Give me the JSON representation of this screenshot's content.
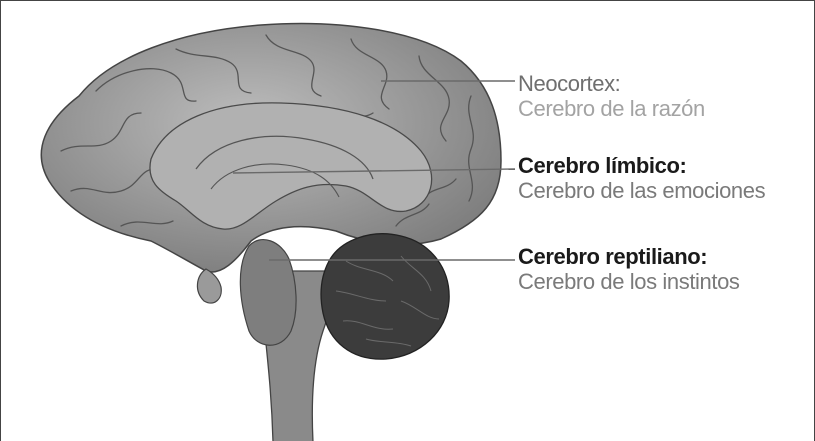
{
  "labels": {
    "neocortex": {
      "title": "Neocortex:",
      "subtitle": "Cerebro de la razón"
    },
    "limbico": {
      "title": "Cerebro límbico:",
      "subtitle": "Cerebro de las emociones"
    },
    "reptiliano": {
      "title": "Cerebro reptiliano:",
      "subtitle": "Cerebro de los instintos"
    }
  },
  "colors": {
    "cortex": "#8f8f8f",
    "limbic": "#a9a9a9",
    "cerebellum": "#3e3e3e",
    "stem": "#8a8a8a",
    "leader_line": "#6a6a6a"
  }
}
